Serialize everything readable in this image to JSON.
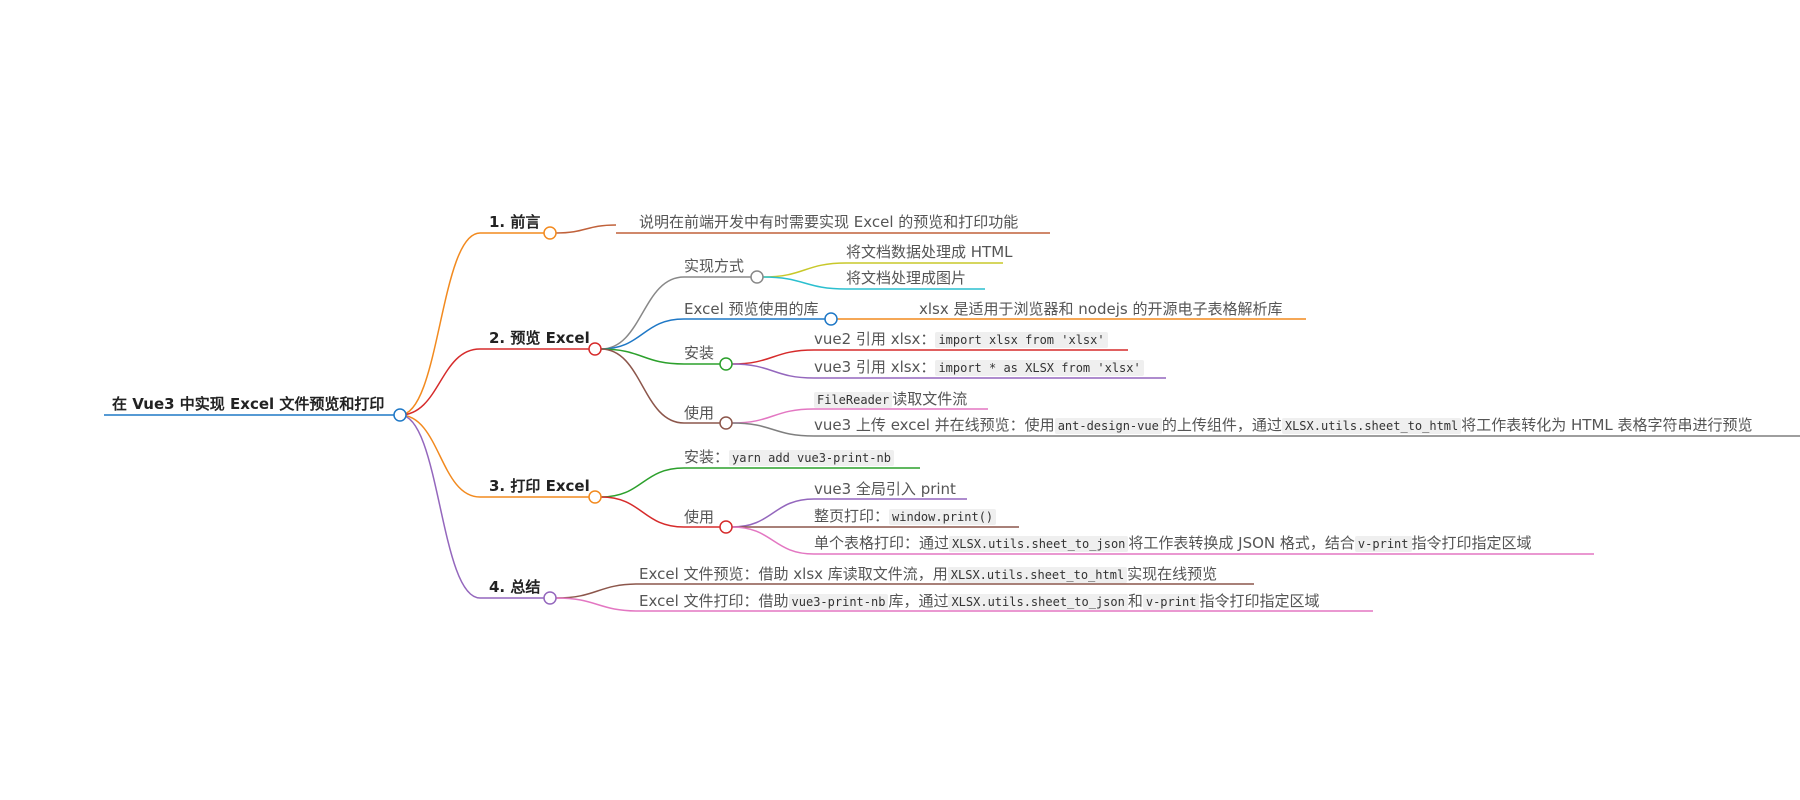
{
  "root": {
    "label": "在 Vue3 中实现 Excel 文件预览和打印",
    "color": "#1f78c6"
  },
  "sections": {
    "intro": {
      "label": "1. 前言",
      "color": "#f28a1f",
      "leaf": {
        "text": "说明在前端开发中有时需要实现 Excel 的预览和打印功能",
        "color": "#c0613a"
      }
    },
    "preview": {
      "label": "2. 预览 Excel",
      "color": "#d62b2b",
      "methods": {
        "label": "实现方式",
        "color": "#888888",
        "items": [
          {
            "text": "将文档数据处理成 HTML",
            "color": "#c8c82a"
          },
          {
            "text": "将文档处理成图片",
            "color": "#2bbfcf"
          }
        ]
      },
      "library": {
        "label": "Excel 预览使用的库",
        "color": "#1f78c6",
        "item": {
          "text": "xlsx 是适用于浏览器和 nodejs 的开源电子表格解析库",
          "color": "#f28a1f"
        }
      },
      "install": {
        "label": "安装",
        "color": "#2ca02c",
        "items": [
          {
            "pre": "vue2 引用 xlsx：",
            "code": "import xlsx from 'xlsx'",
            "color": "#d62b2b"
          },
          {
            "pre": "vue3 引用 xlsx：",
            "code": "import * as XLSX from 'xlsx'",
            "color": "#9467bd"
          }
        ]
      },
      "usage": {
        "label": "使用",
        "color": "#8c564b",
        "items": [
          {
            "code": "FileReader",
            "post": "读取文件流",
            "color": "#e377c2"
          },
          {
            "pre": "vue3 上传 excel 并在线预览：使用",
            "code1": "ant-design-vue",
            "mid": "的上传组件，通过",
            "code2": "XLSX.utils.sheet_to_html",
            "post": "将工作表转化为 HTML 表格字符串进行预览",
            "color": "#7f7f7f"
          }
        ]
      }
    },
    "print": {
      "label": "3. 打印 Excel",
      "color": "#f28a1f",
      "install": {
        "label": "安装：",
        "code": "yarn add vue3-print-nb",
        "color": "#2ca02c"
      },
      "usage": {
        "label": "使用",
        "color": "#d62b2b",
        "items": [
          {
            "text": "vue3 全局引入 print",
            "color": "#9467bd"
          },
          {
            "pre": "整页打印：",
            "code": "window.print()",
            "color": "#8c564b"
          },
          {
            "pre": "单个表格打印：通过",
            "code1": "XLSX.utils.sheet_to_json",
            "mid": "将工作表转换成 JSON 格式，结合",
            "code2": "v-print",
            "post": "指令打印指定区域",
            "color": "#e377c2"
          }
        ]
      }
    },
    "summary": {
      "label": "4. 总结",
      "color": "#9467bd",
      "items": [
        {
          "pre": "Excel 文件预览：借助 xlsx 库读取文件流，用",
          "code": "XLSX.utils.sheet_to_html",
          "post": "实现在线预览",
          "color": "#8c564b"
        },
        {
          "pre": "Excel 文件打印：借助",
          "code1": "vue3-print-nb",
          "mid": "库，通过",
          "code2": "XLSX.utils.sheet_to_json",
          "mid2": "和",
          "code3": "v-print",
          "post": "指令打印指定区域",
          "color": "#e377c2"
        }
      ]
    }
  }
}
